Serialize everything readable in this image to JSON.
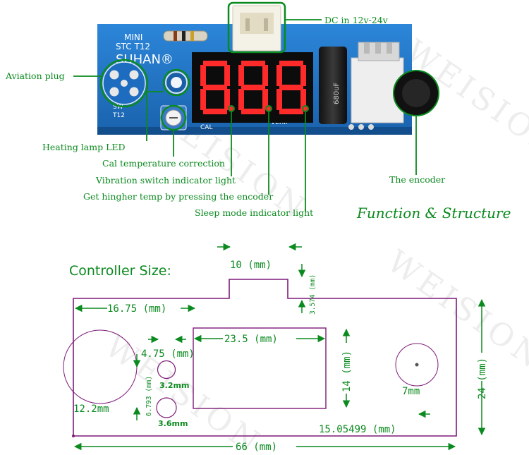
{
  "colors": {
    "callout": "#0b8a1f",
    "outline": "#7d1a78",
    "pcb": "#1e73c8",
    "segment": "#ff2a2a"
  },
  "watermark": "WEISION",
  "board": {
    "silk_mini": "MINI",
    "silk_model": "STC T12",
    "silk_brand": "SUHAN®",
    "silk_sw": "SW",
    "silk_t12": "T12",
    "silk_cal": "CAL",
    "silk_verif": "VERIF",
    "cap_text": "680uF"
  },
  "callouts": {
    "dc_in": "DC in 12v-24v",
    "aviation_plug": "Aviation plug",
    "heating_led": "Heating lamp LED",
    "cal_temp": "Cal temperature correction",
    "vibration": "Vibration switch indicator light",
    "higher_temp": "Get hingher temp by pressing the encoder",
    "sleep_mode": "Sleep mode indicator light",
    "encoder": "The encoder",
    "section_title": "Function & Structure"
  },
  "size": {
    "title": "Controller Size:",
    "conn_width": "10 (mm)",
    "conn_height": "3.574 (mm)",
    "left_offset": "16.75 (mm)",
    "display_width": "23.5 (mm)",
    "display_height": "14 (mm)",
    "led_pitch": "4.75 (mm)",
    "led_gap": "6.793 (mm)",
    "led1_dia": "3.2mm",
    "led2_dia": "3.6mm",
    "plug_dia": "12.2mm",
    "encoder_dia": "7mm",
    "encoder_offset": "15.05499 (mm)",
    "board_height": "24 (mm)",
    "board_width": "66 (mm)"
  }
}
